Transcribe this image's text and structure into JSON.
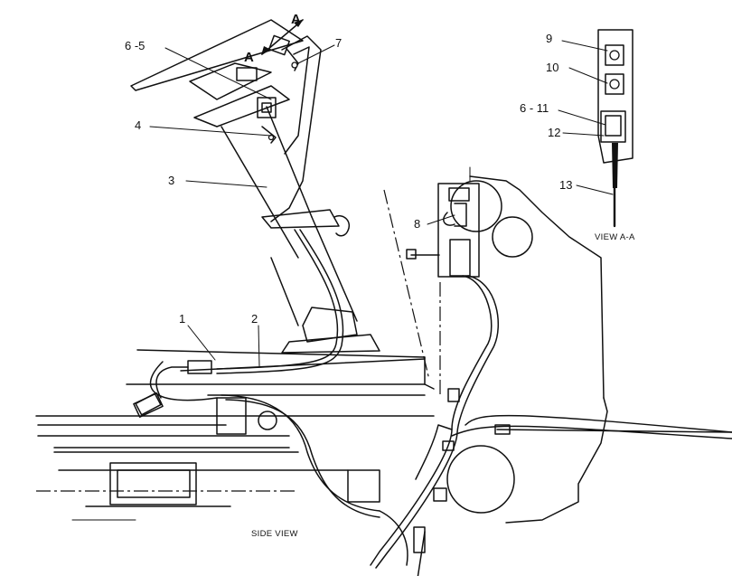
{
  "callouts": {
    "c1": "1",
    "c2": "2",
    "c3": "3",
    "c4": "4",
    "c5": "6 -5",
    "c7": "7",
    "c8": "8",
    "c9": "9",
    "c10": "10",
    "c11": "6 - 11",
    "c12": "12",
    "c13": "13"
  },
  "section": {
    "mark": "A"
  },
  "captions": {
    "side_view": "SIDE VIEW",
    "view_aa": "VIEW  A-A"
  }
}
